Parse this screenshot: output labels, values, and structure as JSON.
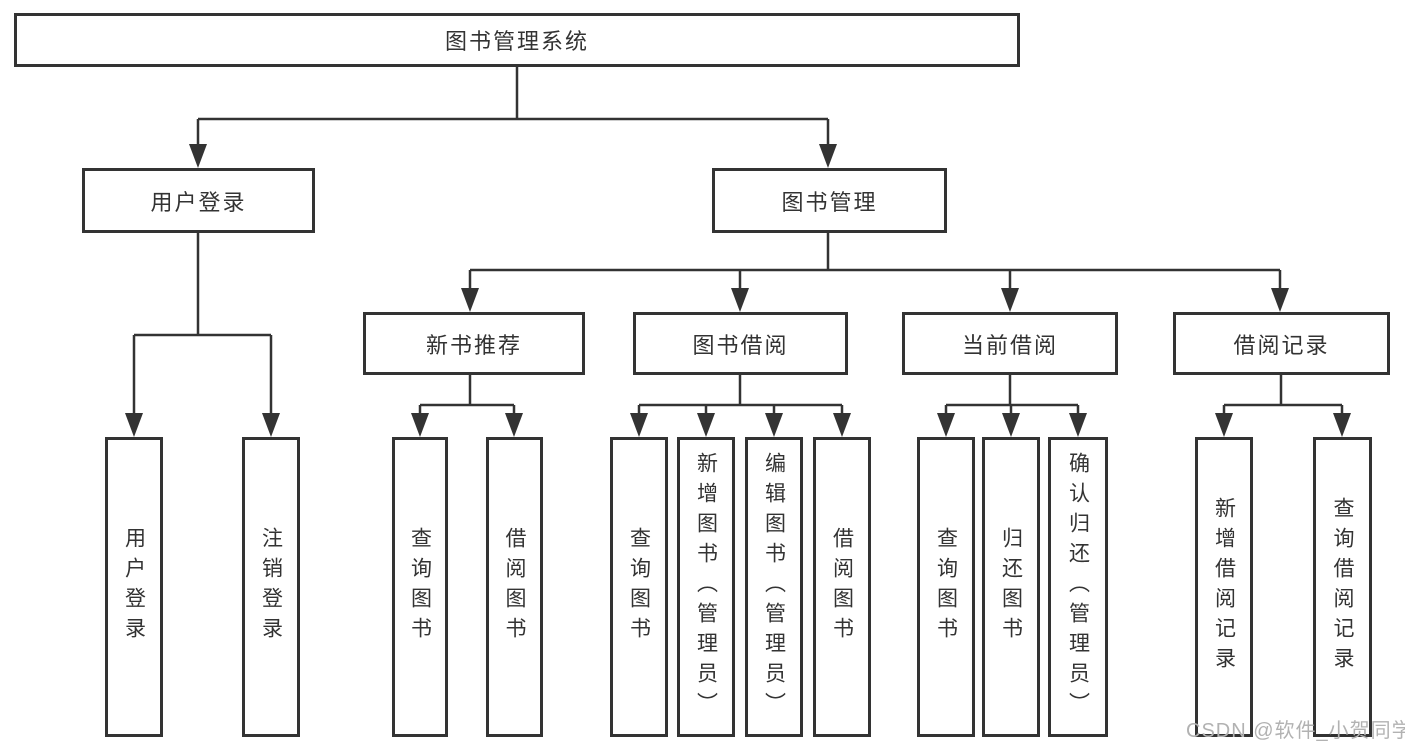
{
  "diagram": {
    "title": "图书管理系统",
    "nodes": {
      "root": {
        "label": "图书管理系统"
      },
      "level2": [
        {
          "id": "user-login",
          "label": "用户登录"
        },
        {
          "id": "book-management",
          "label": "图书管理"
        }
      ],
      "level3": [
        {
          "id": "new-book-recommendation",
          "parent": "book-management",
          "label": "新书推荐"
        },
        {
          "id": "book-borrowing",
          "parent": "book-management",
          "label": "图书借阅"
        },
        {
          "id": "current-borrowing",
          "parent": "book-management",
          "label": "当前借阅"
        },
        {
          "id": "borrowing-records",
          "parent": "book-management",
          "label": "借阅记录"
        }
      ],
      "leaves": [
        {
          "parent": "user-login",
          "label": "用户登录"
        },
        {
          "parent": "user-login",
          "label": "注销登录"
        },
        {
          "parent": "new-book-recommendation",
          "label": "查询图书"
        },
        {
          "parent": "new-book-recommendation",
          "label": "借阅图书"
        },
        {
          "parent": "book-borrowing",
          "label": "查询图书"
        },
        {
          "parent": "book-borrowing",
          "label": "新增图书（管理员）"
        },
        {
          "parent": "book-borrowing",
          "label": "编辑图书（管理员）"
        },
        {
          "parent": "book-borrowing",
          "label": "借阅图书"
        },
        {
          "parent": "current-borrowing",
          "label": "查询图书"
        },
        {
          "parent": "current-borrowing",
          "label": "归还图书"
        },
        {
          "parent": "current-borrowing",
          "label": "确认归还（管理员）"
        },
        {
          "parent": "borrowing-records",
          "label": "新增借阅记录"
        },
        {
          "parent": "borrowing-records",
          "label": "查询借阅记录"
        }
      ]
    },
    "colors": {
      "line": "#333333",
      "text": "#333333",
      "box_background": "#ffffff",
      "page_background": "#ffffff",
      "watermark": "#b2b2b2"
    }
  },
  "watermark": {
    "text": "CSDN @软件_小贺同学"
  }
}
